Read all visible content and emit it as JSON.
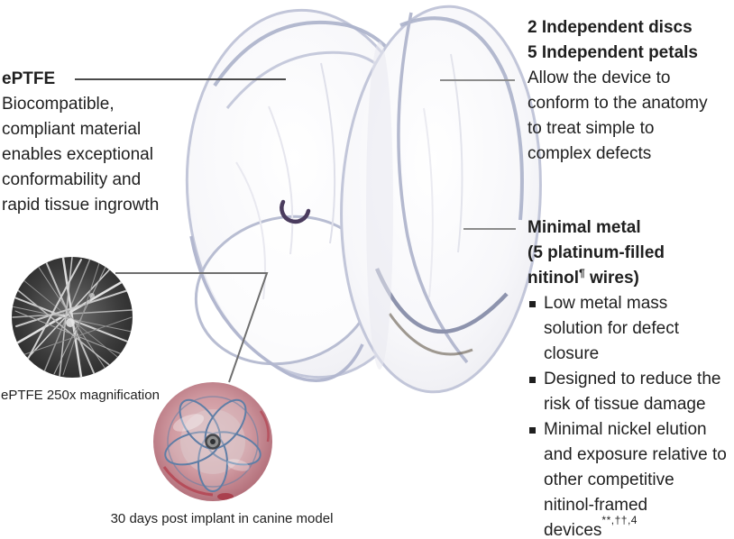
{
  "annotations": {
    "eptfe": {
      "title": "ePTFE",
      "body_lines": [
        "Biocompatible,",
        "compliant material",
        "enables exceptional",
        "conformability and",
        "rapid tissue ingrowth"
      ]
    },
    "discs_petals": {
      "heading_line1": "2 Independent discs",
      "heading_line2": "5 Independent petals",
      "body_lines": [
        "Allow the device to",
        "conform to the anatomy",
        "to treat simple to",
        "complex defects"
      ]
    },
    "minimal_metal": {
      "heading_line1": "Minimal metal",
      "heading_line2": "(5 platinum-filled",
      "heading_line3_text": "nitinol",
      "heading_line3_sup": "¶",
      "heading_line3_end": " wires)",
      "bullets": [
        {
          "lines": [
            "Low metal mass",
            "solution for defect",
            "closure"
          ]
        },
        {
          "lines": [
            "Designed to reduce the",
            "risk of tissue damage"
          ]
        },
        {
          "lines": [
            "Minimal nickel elution",
            "and exposure relative to",
            "other competitive",
            "nitinol-framed",
            "devices"
          ],
          "sup": "**,††,4"
        }
      ]
    }
  },
  "insets": {
    "sem": {
      "caption": "ePTFE 250x magnification"
    },
    "implant": {
      "caption": "30 days post implant in canine model"
    }
  },
  "colors": {
    "text": "#1f1f1f",
    "leader_dark": "#4a4a4a",
    "leader_gray": "#8c8c8c",
    "leader_mid": "#6f6f6f",
    "disc_rim": "#b9bed3",
    "disc_rim_dark": "#9ba1bc",
    "hook_wire": "#4a3c5e",
    "implant_wire": "#5f7ea6"
  }
}
